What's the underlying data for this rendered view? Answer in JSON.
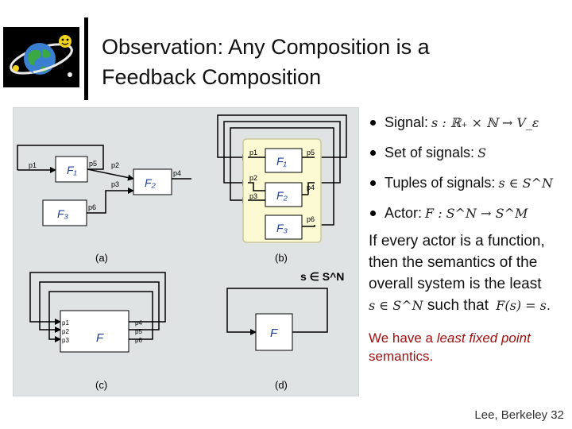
{
  "slide": {
    "title_line1": "Observation: Any Composition is a",
    "title_line2": "Feedback Composition",
    "footer": "Lee, Berkeley 32"
  },
  "bullets": [
    {
      "label": "Signal:",
      "math": "s : ℝ₊ × ℕ → V_ε"
    },
    {
      "label": "Set of signals:",
      "math": "S"
    },
    {
      "label": "Tuples of signals:",
      "math": "s ∈ S^N"
    },
    {
      "label": "Actor:",
      "math": "F : S^N → S^M"
    }
  ],
  "paragraph": {
    "line1": "If every actor is a function,",
    "line2": "then the semantics of the",
    "line3": "overall system is the least",
    "line4_math": "s ∈ S^N",
    "line4_text": "such that",
    "line4_math2": "F(s) = s."
  },
  "red_note": {
    "line1_a": "We have a ",
    "line1_b": "least fixed point",
    "line2": "semantics."
  },
  "figure": {
    "panel_a": {
      "caption": "(a)",
      "actors": [
        "F₁",
        "F₂",
        "F₃"
      ],
      "ports": [
        "p1",
        "p5",
        "p2",
        "p3",
        "p4",
        "p6"
      ]
    },
    "panel_b": {
      "caption": "(b)",
      "actors": [
        "F₁",
        "F₂",
        "F₃"
      ],
      "ports_in": [
        "p1",
        "p2",
        "p3"
      ],
      "ports_out": [
        "p5",
        "p4",
        "p6"
      ]
    },
    "panel_c": {
      "caption": "(c)",
      "actor": "F",
      "ports_in": [
        "p1",
        "p2",
        "p3"
      ],
      "ports_out": [
        "p4",
        "p5",
        "p6"
      ]
    },
    "panel_d": {
      "caption": "(d)",
      "actor": "F"
    },
    "tuple_label": "s ∈ S^N"
  },
  "colors": {
    "figure_bg": "#dfe3e4",
    "box_fill": "#ffffff",
    "composite_fill": "#fbfad2",
    "composite_border": "#c9c79a",
    "actor_text": "#1f3f9c",
    "red_note": "#a01010"
  },
  "icons": {
    "logo": "globe-with-orbit-icon"
  }
}
